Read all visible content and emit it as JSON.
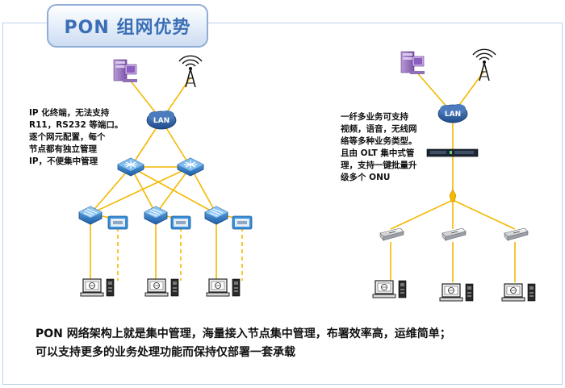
{
  "title": "PON 组网优势",
  "left_note": {
    "lines": [
      "IP 化终端，无法支持",
      "R11，RS232 等端口。",
      "逐个网元配置，每个",
      "节点都有独立管理",
      "IP，不便集中管理"
    ]
  },
  "right_note": {
    "lines": [
      "一纤多业务可支持",
      "视频，语音，无线网",
      "络等多种业务类型。",
      "且由 OLT 集中式管",
      "理，支持一键批量升",
      "级多个 ONU"
    ]
  },
  "lan_label": "LAN",
  "conclusion": {
    "lines": [
      "PON 网络架构上就是集中管理，海量接入节点集中管理，布署效率高，运维简单；",
      "可以支持更多的业务处理功能而保持仅部署一套承载"
    ]
  },
  "colors": {
    "link": "#f5b800",
    "title_text": "#3a6fb5",
    "lan_cloud": "#2f5fa0",
    "switch": "#2f7fcf"
  }
}
